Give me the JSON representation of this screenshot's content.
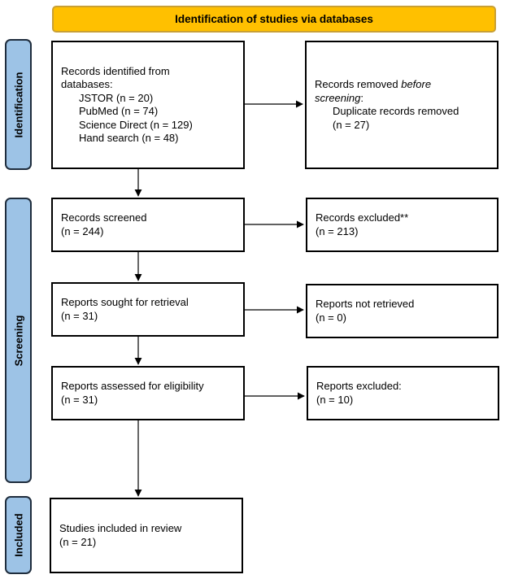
{
  "header": {
    "title": "Identification of studies via databases"
  },
  "phases": {
    "identification": "Identification",
    "screening": "Screening",
    "included": "Included"
  },
  "boxes": {
    "records_identified": {
      "line1": "Records identified from",
      "line2": "databases:",
      "sources": [
        "JSTOR (n = 20)",
        "PubMed (n = 74)",
        "Science Direct (n = 129)",
        "Hand search (n = 48)"
      ]
    },
    "records_removed": {
      "line1": "Records removed ",
      "line1_italic": "before",
      "line2_italic": "screening",
      "line2_colon": ":",
      "line3": "Duplicate records removed",
      "line4": "(n = 27)"
    },
    "records_screened": {
      "label": "Records screened",
      "count": "(n = 244)"
    },
    "records_excluded": {
      "label": "Records excluded**",
      "count": "(n = 213)"
    },
    "reports_sought": {
      "label": "Reports sought for retrieval",
      "count": "(n = 31)"
    },
    "reports_not_retrieved": {
      "label": "Reports not retrieved",
      "count": "(n = 0)"
    },
    "reports_assessed": {
      "label": "Reports assessed for eligibility",
      "count": "(n = 31)"
    },
    "reports_excluded": {
      "label": "Reports excluded:",
      "count": "(n = 10)"
    },
    "studies_included": {
      "label": "Studies included in review",
      "count": "(n = 21)"
    }
  }
}
